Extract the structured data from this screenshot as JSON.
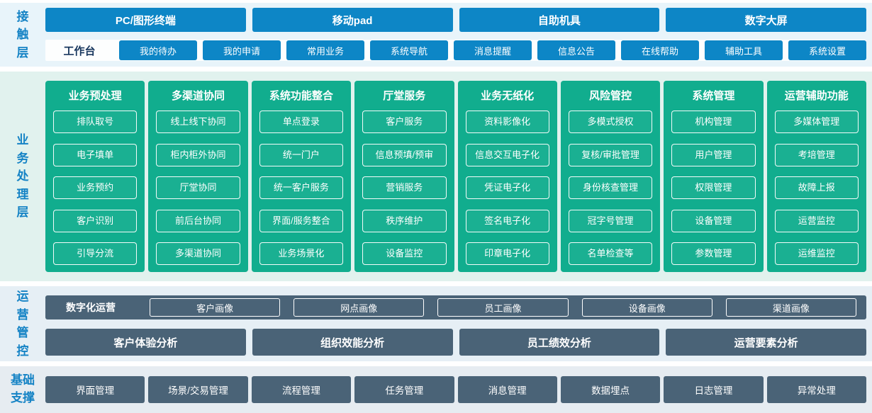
{
  "colors": {
    "blue": "#0d86c6",
    "teal": "#11ad8e",
    "slate": "#4a6377",
    "layer_label_blue": "#1583c5",
    "workbench_label_text": "#17365d"
  },
  "layers": {
    "contact": {
      "label": "接触层",
      "terminals": [
        "PC/图形终端",
        "移动pad",
        "自助机具",
        "数字大屏"
      ],
      "workbench": {
        "label": "工作台",
        "items": [
          "我的待办",
          "我的申请",
          "常用业务",
          "系统导航",
          "消息提醒",
          "信息公告",
          "在线帮助",
          "辅助工具",
          "系统设置"
        ]
      }
    },
    "business": {
      "label": "业务处理层",
      "columns": [
        {
          "title": "业务预处理",
          "items": [
            "排队取号",
            "电子填单",
            "业务预约",
            "客户识别",
            "引导分流"
          ]
        },
        {
          "title": "多渠道协同",
          "items": [
            "线上线下协同",
            "柜内柜外协同",
            "厅堂协同",
            "前后台协同",
            "多渠道协同"
          ]
        },
        {
          "title": "系统功能整合",
          "items": [
            "单点登录",
            "统一门户",
            "统一客户服务",
            "界面/服务整合",
            "业务场景化"
          ]
        },
        {
          "title": "厅堂服务",
          "items": [
            "客户服务",
            "信息预填/预审",
            "营销服务",
            "秩序维护",
            "设备监控"
          ]
        },
        {
          "title": "业务无纸化",
          "items": [
            "资料影像化",
            "信息交互电子化",
            "凭证电子化",
            "签名电子化",
            "印章电子化"
          ]
        },
        {
          "title": "风险管控",
          "items": [
            "多模式授权",
            "复核/审批管理",
            "身份核查管理",
            "冠字号管理",
            "名单检查等"
          ]
        },
        {
          "title": "系统管理",
          "items": [
            "机构管理",
            "用户管理",
            "权限管理",
            "设备管理",
            "参数管理"
          ]
        },
        {
          "title": "运营辅助功能",
          "items": [
            "多媒体管理",
            "考培管理",
            "故障上报",
            "运营监控",
            "运维监控"
          ]
        }
      ]
    },
    "operations": {
      "label": "运营管控",
      "digital": {
        "label": "数字化运营",
        "items": [
          "客户画像",
          "网点画像",
          "员工画像",
          "设备画像",
          "渠道画像"
        ]
      },
      "analysis": [
        "客户体验分析",
        "组织效能分析",
        "员工绩效分析",
        "运营要素分析"
      ]
    },
    "foundation": {
      "label": "基础支撑",
      "items": [
        "界面管理",
        "场景/交易管理",
        "流程管理",
        "任务管理",
        "消息管理",
        "数据埋点",
        "日志管理",
        "异常处理"
      ]
    }
  }
}
